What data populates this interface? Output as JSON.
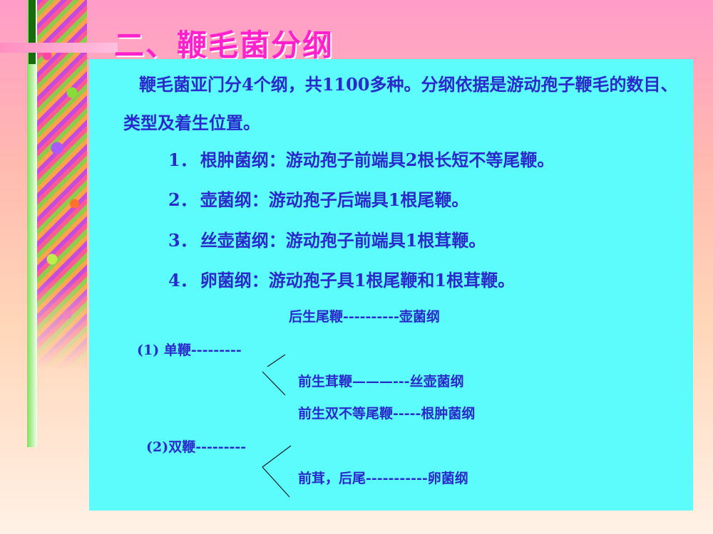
{
  "slide": {
    "title": "二、鞭毛菌分纲",
    "intro": "鞭毛菌亚门分4个纲，共1100多种。分纲依据是游动孢子鞭毛的数目、类型及着生位置。",
    "items": [
      {
        "num": "1．",
        "text": "根肿菌纲：游动孢子前端具2根长短不等尾鞭。"
      },
      {
        "num": "2．",
        "text": "壶菌纲：游动孢子后端具1根尾鞭。"
      },
      {
        "num": "3．",
        "text": "丝壶菌纲：游动孢子前端具1根茸鞭。"
      },
      {
        "num": "4．",
        "text": "卵菌纲：游动孢子具1根尾鞭和1根茸鞭。"
      }
    ],
    "tree": {
      "rear_tail": "后生尾鞭----------壶菌纲",
      "single": "(1) 单鞭---------",
      "front_tinsel": "前生茸鞭———---丝壶菌纲",
      "front_double": "前生双不等尾鞭-----根肿菌纲",
      "double": "(2)双鞭---------",
      "front_rear": "前茸，后尾-----------卵菌纲"
    }
  },
  "colors": {
    "title": "#ff22cc",
    "text": "#2a2acc",
    "panel": "#5cfcfc"
  }
}
